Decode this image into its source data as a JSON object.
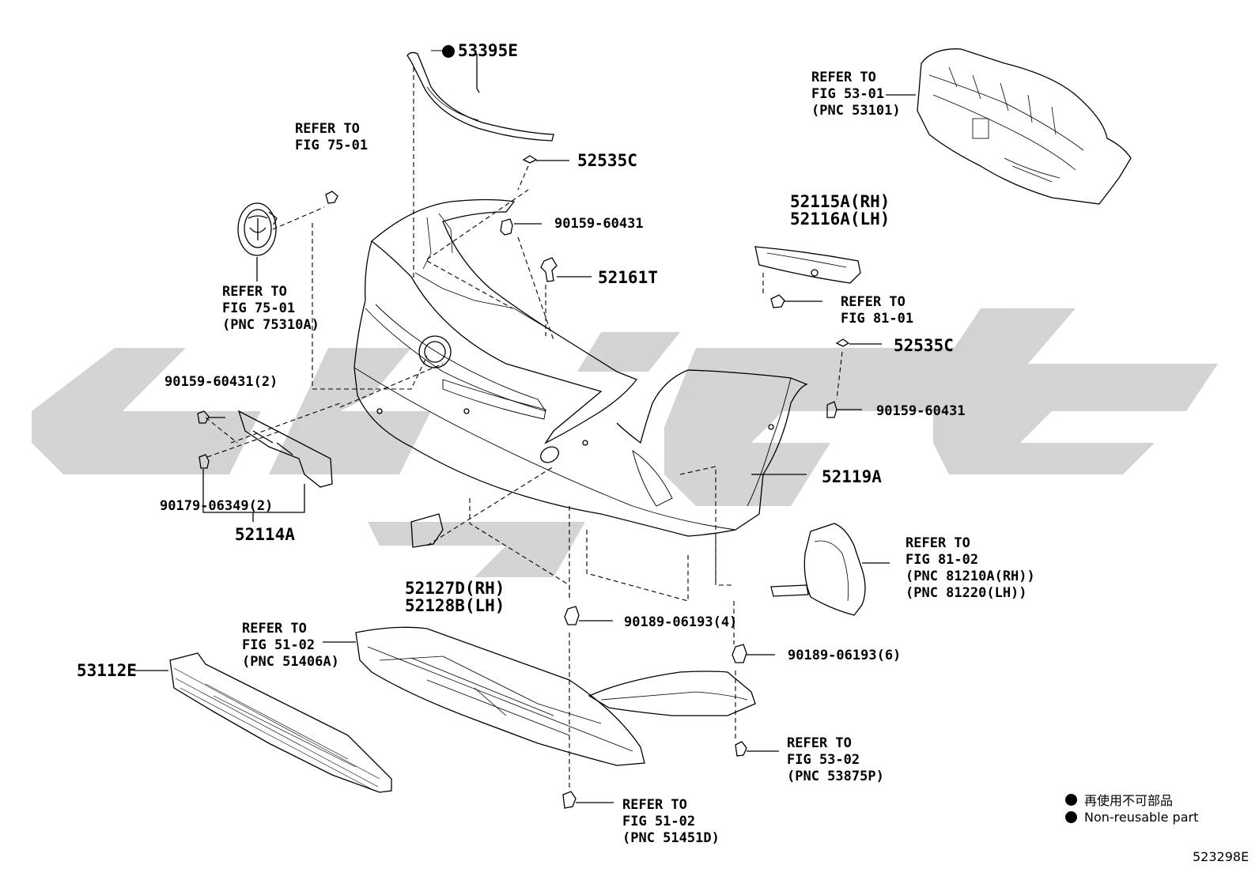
{
  "labels": {
    "p53395e": "53395E",
    "p52535c_top": "52535C",
    "p90159_top": "90159-60431",
    "p52161t": "52161T",
    "refer_75_top": "REFER TO\nFIG 75-01",
    "refer_75_emblem": "REFER TO\nFIG 75-01\n(PNC 75310A)",
    "p90159_2": "90159-60431(2)",
    "p90179": "90179-06349(2)",
    "p52114a": "52114A",
    "refer_53_01": "REFER TO\nFIG 53-01\n(PNC 53101)",
    "p52115a": "52115A(RH)\n52116A(LH)",
    "refer_81_01": "REFER TO\nFIG 81-01",
    "p52535c_right": "52535C",
    "p90159_right": "90159-60431",
    "p52119a": "52119A",
    "refer_81_02": "REFER TO\nFIG 81-02\n(PNC 81210A(RH))\n(PNC 81220(LH))",
    "p52127d": "52127D(RH)\n52128B(LH)",
    "p90189_4": "90189-06193(4)",
    "p90189_6": "90189-06193(6)",
    "refer_51_02_top": "REFER TO\nFIG 51-02\n(PNC 51406A)",
    "p53112e": "53112E",
    "refer_53_02": "REFER TO\nFIG 53-02\n(PNC 53875P)",
    "refer_51_02_bottom": "REFER TO\nFIG 51-02\n(PNC 51451D)"
  },
  "legend": {
    "jp": "再使用不可部品",
    "en": "Non-reusable part"
  },
  "figure_id": "523298E"
}
